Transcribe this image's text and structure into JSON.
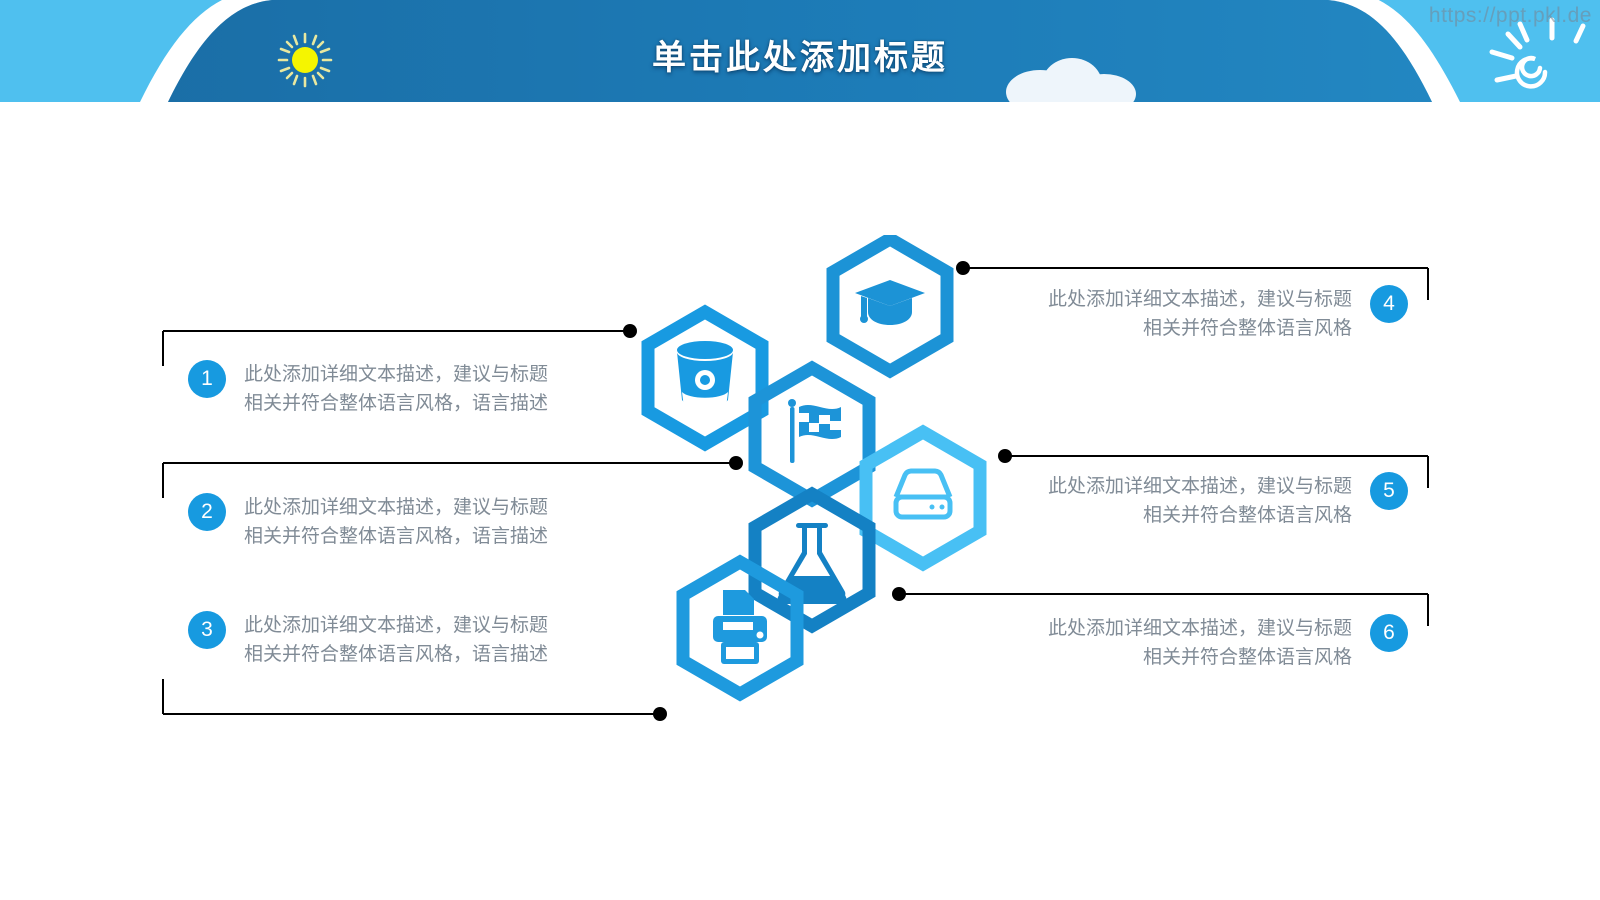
{
  "header": {
    "title": "单击此处添加标题",
    "watermark": "https://ppt.pkl.de",
    "band_dark_blue": "#1a6fa8",
    "band_light_blue": "#4fc0ef",
    "sun_color": "#f5f500",
    "cloud_color": "#f0f6fb"
  },
  "theme": {
    "accent_blue": "#179ae0",
    "hex_dark": "#1481c4",
    "hex_mid": "#1d9ade",
    "hex_light": "#45bdf2",
    "text_gray": "#808b96",
    "line_black": "#000000"
  },
  "items": [
    {
      "number": "1",
      "side": "left",
      "icon": "paint-bucket-icon",
      "text": "此处添加详细文本描述，建议与标题相关并符合整体语言风格，语言描述"
    },
    {
      "number": "2",
      "side": "left",
      "icon": "flag-icon",
      "text": "此处添加详细文本描述，建议与标题相关并符合整体语言风格，语言描述"
    },
    {
      "number": "3",
      "side": "left",
      "icon": "printer-icon",
      "text": "此处添加详细文本描述，建议与标题相关并符合整体语言风格，语言描述"
    },
    {
      "number": "4",
      "side": "right",
      "icon": "graduation-cap-icon",
      "text": "此处添加详细文本描述，建议与标题相关并符合整体语言风格"
    },
    {
      "number": "5",
      "side": "right",
      "icon": "scanner-icon",
      "text": "此处添加详细文本描述，建议与标题相关并符合整体语言风格"
    },
    {
      "number": "6",
      "side": "right",
      "icon": "flask-icon",
      "text": "此处添加详细文本描述，建议与标题相关并符合整体语言风格"
    }
  ]
}
